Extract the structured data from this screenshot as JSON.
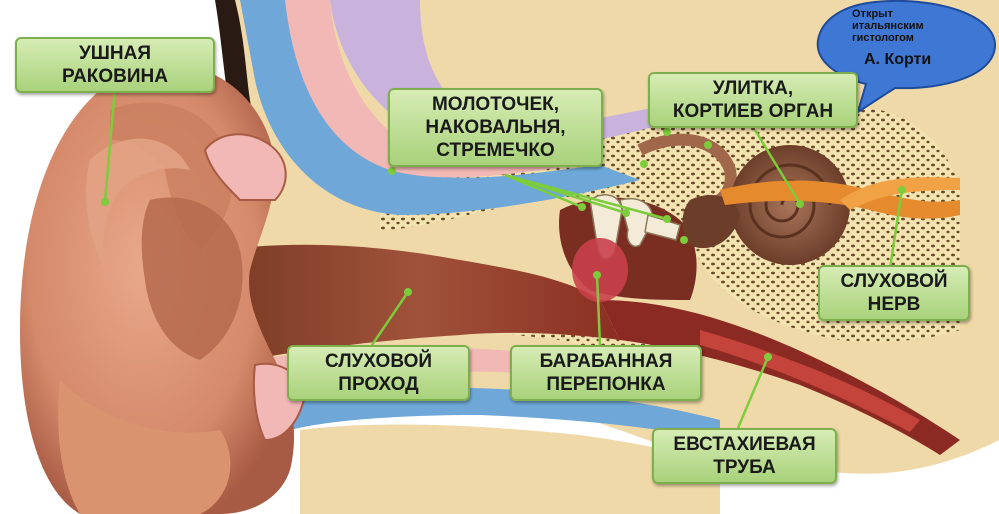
{
  "labels": {
    "auricle": [
      "УШНАЯ",
      "РАКОВИНА"
    ],
    "ossicles": [
      "МОЛОТОЧЕК,",
      "НАКОВАЛЬНЯ,",
      "СТРЕМЕЧКО"
    ],
    "cochlea": [
      "УЛИТКА,",
      "КОРТИЕВ ОРГАН"
    ],
    "auditory_nerve": [
      "СЛУХОВОЙ",
      "НЕРВ"
    ],
    "ear_canal": [
      "СЛУХОВОЙ",
      "ПРОХОД"
    ],
    "eardrum": [
      "БАРАБАННАЯ",
      "ПЕРЕПОНКА"
    ],
    "eustachian_tube": [
      "ЕВСТАХИЕВАЯ",
      "ТРУБА"
    ]
  },
  "callout": {
    "line1": "Открыт",
    "line2": "итальянским",
    "line3": "гистологом",
    "name": "А.  Корти"
  },
  "colors": {
    "label_fill": "#b8dc8c",
    "label_border": "#7fae4f",
    "pointer": "#7ccc3c",
    "bubble_fill": "#3f78d4",
    "skin": "#d58f6a"
  }
}
